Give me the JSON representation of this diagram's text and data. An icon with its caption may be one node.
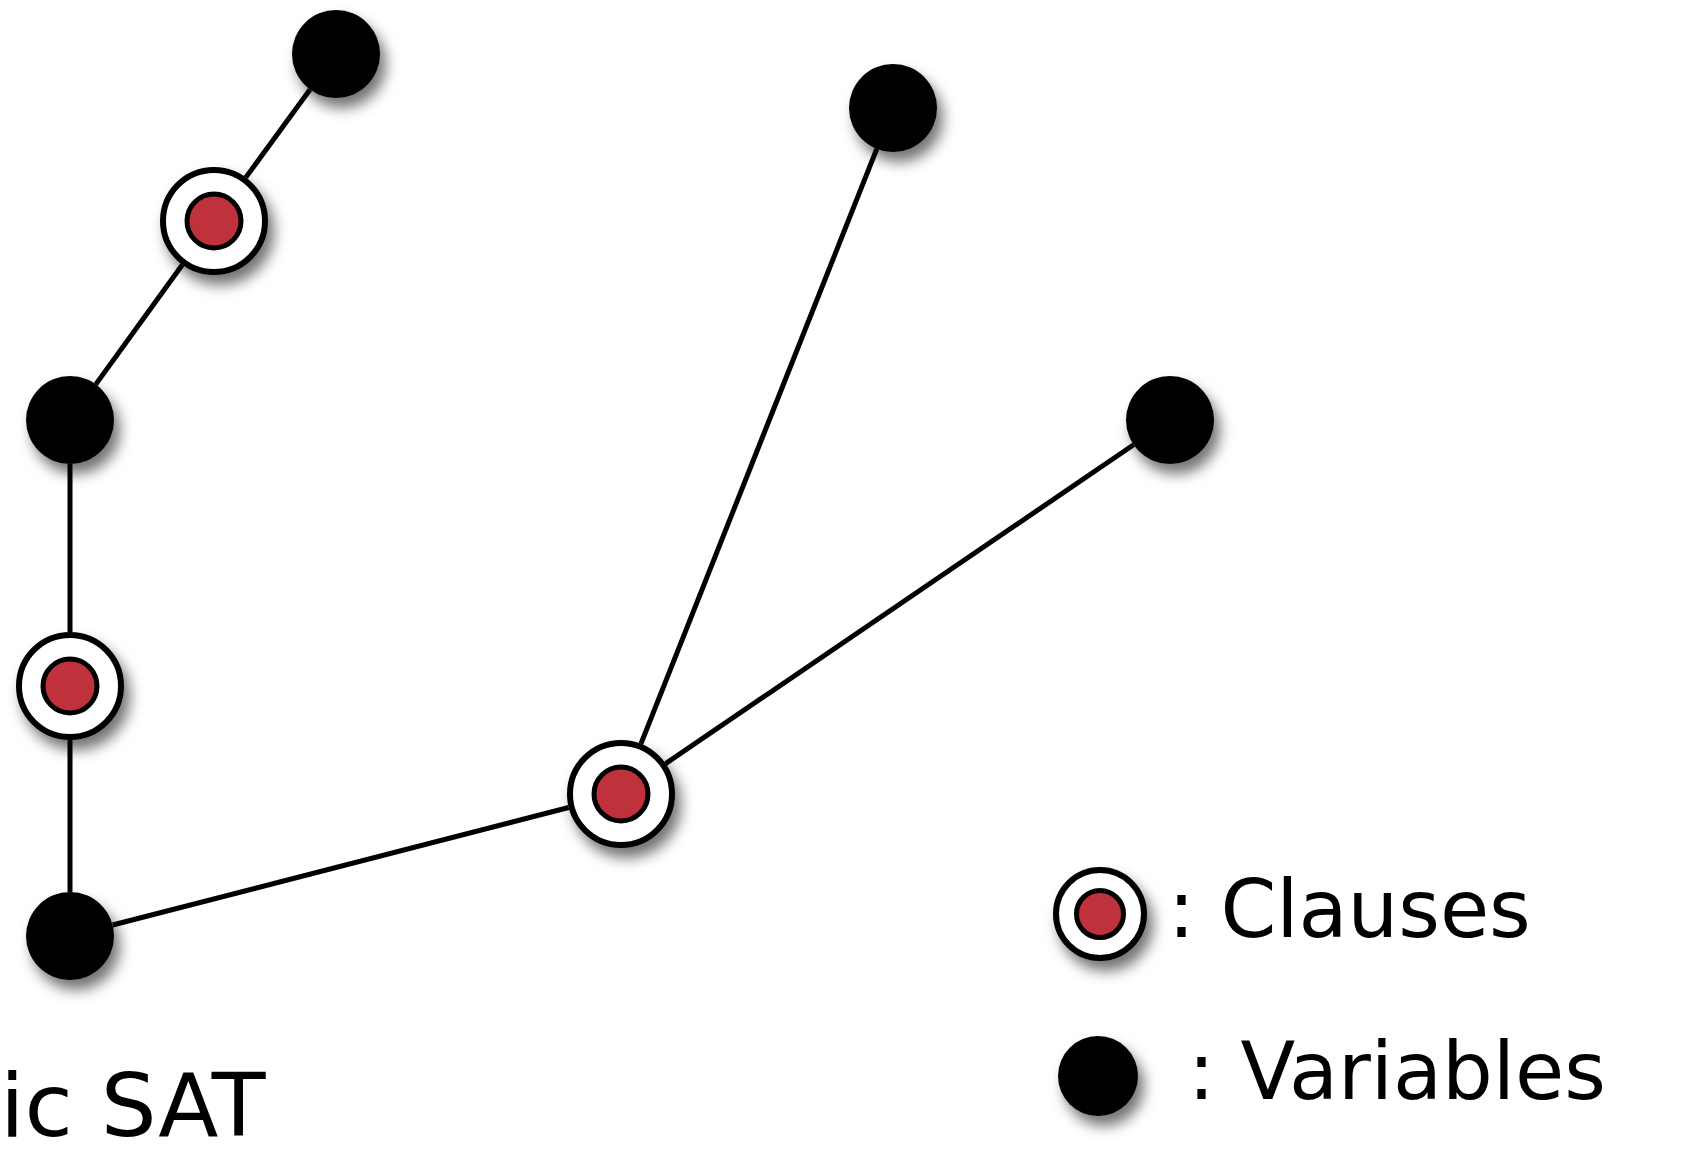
{
  "diagram": {
    "nodes": [
      {
        "text": [],
        "shape": "circle"
      },
      {
        "text": [],
        "shape": "circle"
      },
      {
        "text": [],
        "shape": "circle"
      },
      {
        "text": [],
        "shape": "circle"
      },
      {
        "text": [],
        "shape": "circle"
      },
      {
        "text": [],
        "shape": "circle"
      },
      {
        "text": [],
        "shape": "circle"
      },
      {
        "text": [],
        "shape": "circle"
      }
    ],
    "edges": [
      {
        "from": 0,
        "to": 1,
        "arrow": "none"
      },
      {
        "from": 1,
        "to": 2,
        "arrow": "none"
      },
      {
        "from": 2,
        "to": 3,
        "arrow": "none"
      },
      {
        "from": 3,
        "to": 4,
        "arrow": "none"
      },
      {
        "from": 4,
        "to": 5,
        "arrow": "none"
      },
      {
        "from": 5,
        "to": 6,
        "arrow": "none"
      },
      {
        "from": 5,
        "to": 7,
        "arrow": "none"
      }
    ],
    "labels": [
      "ic SAT"
    ],
    "legend": [
      {
        "text": ": Clauses"
      },
      {
        "text": ": Variables"
      }
    ]
  }
}
